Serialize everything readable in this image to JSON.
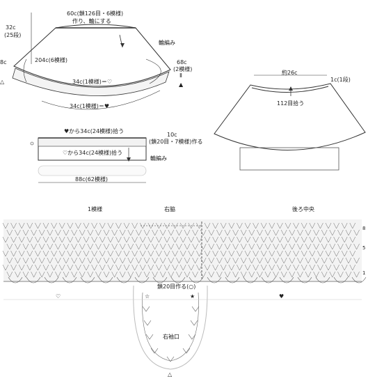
{
  "top_left": {
    "label_32c": "32c",
    "label_25dan": "(25段)",
    "label_60c": "60c(鎖126目・6模様)",
    "label_make_ring": "作り、輪にする",
    "label_wa_ami": "輪編み",
    "label_8c": "8c",
    "label_204c": "204c(6模様)",
    "label_68c": "68c",
    "label_2moyou": "(2模様)",
    "label_ii": "Ⅱ",
    "label_34c_heart_outline": "34c(1模様)＝♡",
    "label_34c_heart": "34c(1模様)＝♥"
  },
  "mid_left": {
    "label_from_heart": "♥から34c(24模様)拾う",
    "label_10c": "10c",
    "label_chain_make": "(鎖20目・7模様)作る",
    "label_from_heart_outline": "♡から34c(24模様)拾う",
    "label_wa_ami": "輪編み",
    "label_88c": "88c(62模様)"
  },
  "top_right": {
    "label_26c": "約26c",
    "label_1c": "1c(1段)",
    "label_112": "112目拾う"
  },
  "pattern": {
    "label_1moyou": "1模様",
    "label_side": "右脇",
    "label_back_center": "後ろ中央",
    "label_chain20": "鎖20目作る(○)",
    "label_sleeve": "右袖口",
    "row_numbers": [
      "8",
      "5",
      "1"
    ]
  },
  "symbols": {
    "heart_outline": "♡",
    "heart": "♥",
    "star_outline": "☆",
    "star": "★",
    "triangle_outline": "△",
    "triangle": "▲"
  }
}
